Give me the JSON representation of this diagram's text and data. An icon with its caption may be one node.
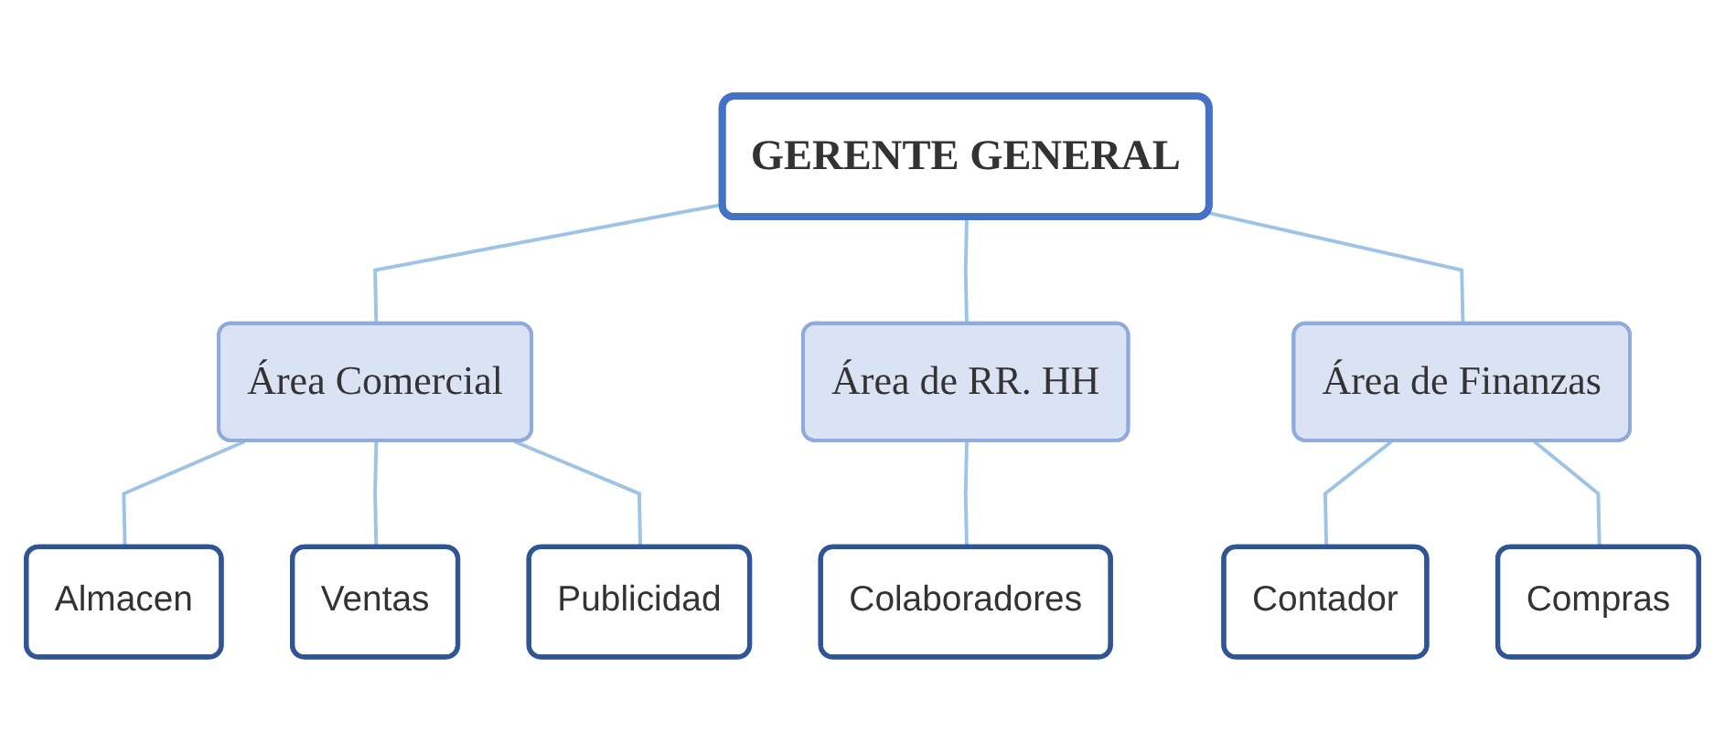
{
  "diagram": {
    "nodes": [
      {
        "text": [
          "GERENTE GENERAL"
        ]
      },
      {
        "text": [
          "Área Comercial"
        ]
      },
      {
        "text": [
          "Área de RR. HH"
        ]
      },
      {
        "text": [
          "Área de Finanzas"
        ]
      },
      {
        "text": [
          "Almacen"
        ]
      },
      {
        "text": [
          "Publicidad"
        ]
      },
      {
        "text": [
          "Ventas"
        ]
      },
      {
        "text": [
          "Colaboradores"
        ]
      },
      {
        "text": [
          "Contador"
        ]
      },
      {
        "text": [
          "Compras"
        ]
      }
    ],
    "edges": [
      {
        "from": 0,
        "to": 1,
        "arrow": "none"
      },
      {
        "from": 0,
        "to": 2,
        "arrow": "none"
      },
      {
        "from": 0,
        "to": 3,
        "arrow": "none"
      },
      {
        "from": 1,
        "to": 4,
        "arrow": "none"
      },
      {
        "from": 1,
        "to": 6,
        "arrow": "none"
      },
      {
        "from": 1,
        "to": 5,
        "arrow": "none"
      },
      {
        "from": 2,
        "to": 7,
        "arrow": "none"
      },
      {
        "from": 3,
        "to": 8,
        "arrow": "none"
      },
      {
        "from": 3,
        "to": 9,
        "arrow": "none"
      }
    ]
  }
}
